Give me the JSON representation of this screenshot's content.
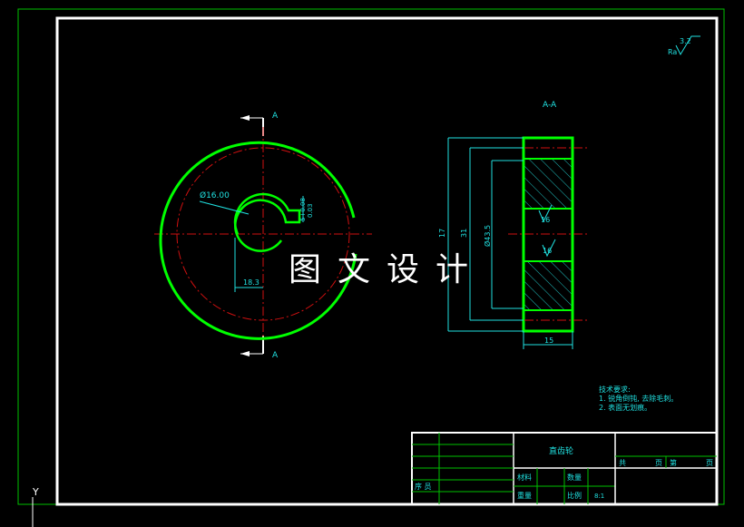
{
  "drawing": {
    "section_label": "A-A",
    "cut_mark_top": "A",
    "cut_mark_bottom": "A",
    "roughness_symbol": "Ra",
    "roughness_value": "3.2",
    "dim_diameter_16": "Ø16.00",
    "dim_keyway_tol": "5+0.08",
    "dim_keyway_tol2": "0.03",
    "dim_18_3": "18.3",
    "dim_17": "17",
    "dim_31": "31",
    "dim_43_5": "Ø43.5",
    "dim_15": "15",
    "dim_16_a": "16",
    "dim_16_b": "16",
    "watermark": "图文设计",
    "axis_label": "Y"
  },
  "notes": {
    "title": "技术要求:",
    "line1": "1. 锐角倒钝, 去除毛刺。",
    "line2": "2. 表面无划痕。"
  },
  "title_block": {
    "part_name": "直齿轮",
    "material_label": "材料",
    "quantity_label": "数量",
    "weight_label": "重量",
    "scale_label": "比例",
    "scale_value": "8:1",
    "total_label": "共",
    "page_label": "页",
    "sheet_label": "第",
    "sheet_page_label": "页",
    "seq_label": "序 员"
  },
  "colors": {
    "frame": "#00c000",
    "outline": "#00ff00",
    "dimension": "#20e0e0",
    "centerline": "#d01010",
    "hatch": "#20c0c0",
    "paper": "#000000"
  }
}
